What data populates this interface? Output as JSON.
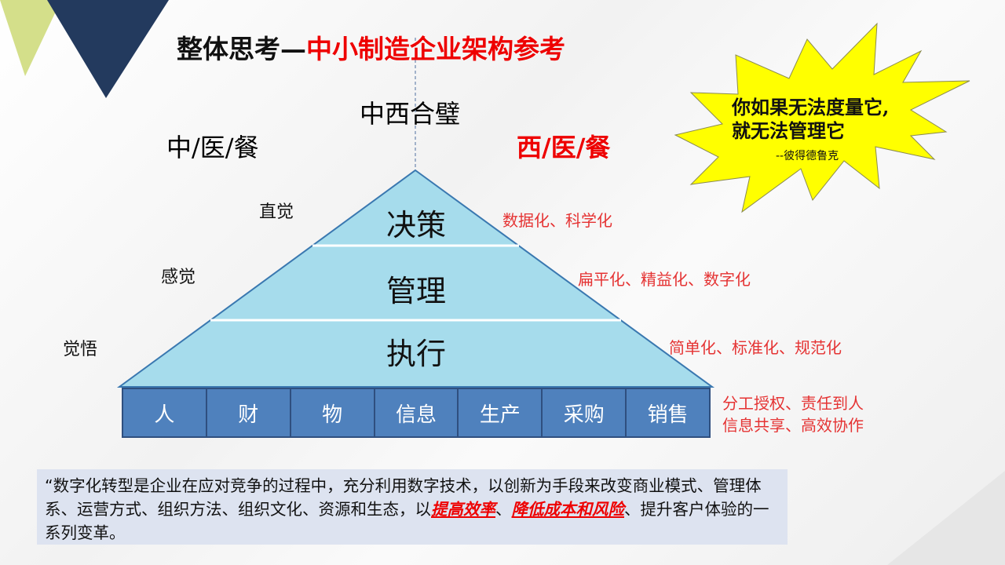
{
  "title": {
    "black": "整体思考—",
    "red": "中小制造企业架构参考"
  },
  "center_label": "中西合璧",
  "left_label": "中/医/餐",
  "right_label": "西/医/餐",
  "pyramid": {
    "layers": [
      {
        "label": "决策",
        "left": "直觉",
        "right": "数据化、科学化"
      },
      {
        "label": "管理",
        "left": "感觉",
        "right": "扁平化、精益化、数字化"
      },
      {
        "label": "执行",
        "left": "觉悟",
        "right": "简单化、标准化、规范化"
      }
    ],
    "base": [
      "人",
      "财",
      "物",
      "信息",
      "生产",
      "采购",
      "销售"
    ],
    "base_right": [
      "分工授权、责任到人",
      "信息共享、高效协作"
    ]
  },
  "burst": {
    "line1": "你如果无法度量它,",
    "line2": "就无法管理它",
    "author": "--彼得德鲁克"
  },
  "quote": {
    "part1": "“数字化转型是企业在应对竞争的过程中，充分利用数字技术，以创新为手段来改变商业模式、管理体系、运营方式、组织方法、组织文化、资源和生态，以",
    "hl1": "提高效率",
    "sep": "、",
    "hl2": "降低成本和风险",
    "part2": "、提升客户体验的一系列变革。"
  },
  "colors": {
    "pyramid": "#a6dcec",
    "base": "#4f81bd",
    "burst": "#ffff00",
    "navy": "#233a5e",
    "lime": "#d4df8a",
    "accent_red": "#e53333"
  }
}
